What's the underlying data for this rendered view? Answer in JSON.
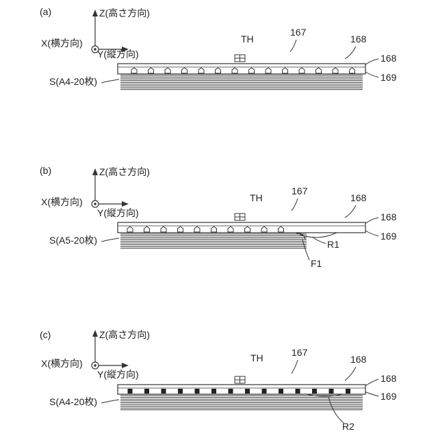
{
  "panels": [
    {
      "id": "a",
      "panel_label": "(a)",
      "z_axis": "Z(高さ方向)",
      "x_axis": "X(横方向)",
      "y_axis": "Y(縦方向)",
      "th": "TH",
      "ref_167": "167",
      "ref_168_top": "168",
      "ref_168_side": "168",
      "ref_169": "169",
      "stack": "S(A4-20枚)",
      "extra_1": "",
      "extra_2": ""
    },
    {
      "id": "b",
      "panel_label": "(b)",
      "z_axis": "Z(高さ方向)",
      "x_axis": "X(横方向)",
      "y_axis": "Y(縦方向)",
      "th": "TH",
      "ref_167": "167",
      "ref_168_top": "168",
      "ref_168_side": "168",
      "ref_169": "169",
      "stack": "S(A5-20枚)",
      "extra_1": "R1",
      "extra_2": "F1"
    },
    {
      "id": "c",
      "panel_label": "(c)",
      "z_axis": "Z(高さ方向)",
      "x_axis": "X(横方向)",
      "y_axis": "Y(縦方向)",
      "th": "TH",
      "ref_167": "167",
      "ref_168_top": "168",
      "ref_168_side": "168",
      "ref_169": "169",
      "stack": "S(A4-20枚)",
      "extra_1": "R2",
      "extra_2": ""
    }
  ]
}
